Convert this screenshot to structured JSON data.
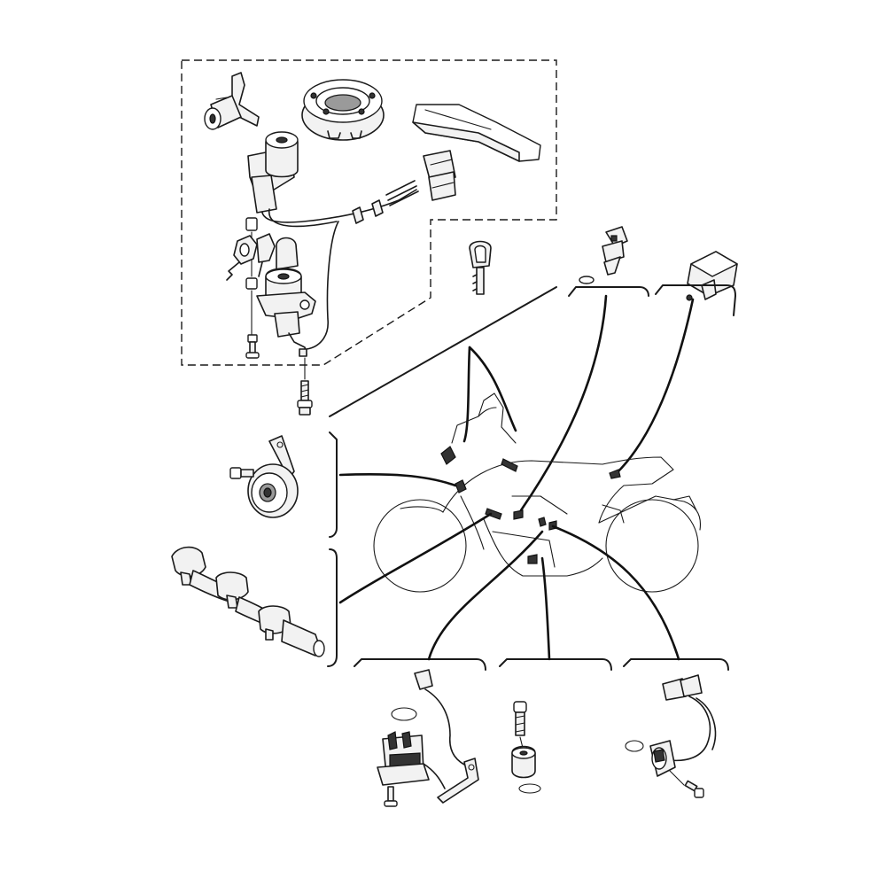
{
  "diagram": {
    "kind": "exploded parts diagram",
    "components": [
      {
        "id": "main-switch-assembly",
        "icon": "ignition-switch-icon"
      },
      {
        "id": "seat-lock",
        "icon": "lock-cylinder-icon"
      },
      {
        "id": "fuel-tank-cap",
        "icon": "fuel-cap-icon"
      },
      {
        "id": "seat-pad",
        "icon": "seat-pad-icon"
      },
      {
        "id": "key",
        "icon": "key-icon"
      },
      {
        "id": "temperature-sensor",
        "icon": "sensor-icon"
      },
      {
        "id": "relay",
        "icon": "relay-icon"
      },
      {
        "id": "horn",
        "icon": "horn-icon"
      },
      {
        "id": "handlebar-switches",
        "icon": "handlebar-switch-icon"
      },
      {
        "id": "speed-sensor",
        "icon": "speed-sensor-icon"
      },
      {
        "id": "bolt-and-collar",
        "icon": "bolt-icon"
      },
      {
        "id": "neutral-switch",
        "icon": "neutral-switch-icon"
      },
      {
        "id": "motorcycle-outline",
        "icon": "motorcycle-icon"
      }
    ],
    "colors": {
      "line": "#1a1a1a",
      "background": "#ffffff",
      "shade": "#f2f2f2"
    }
  }
}
